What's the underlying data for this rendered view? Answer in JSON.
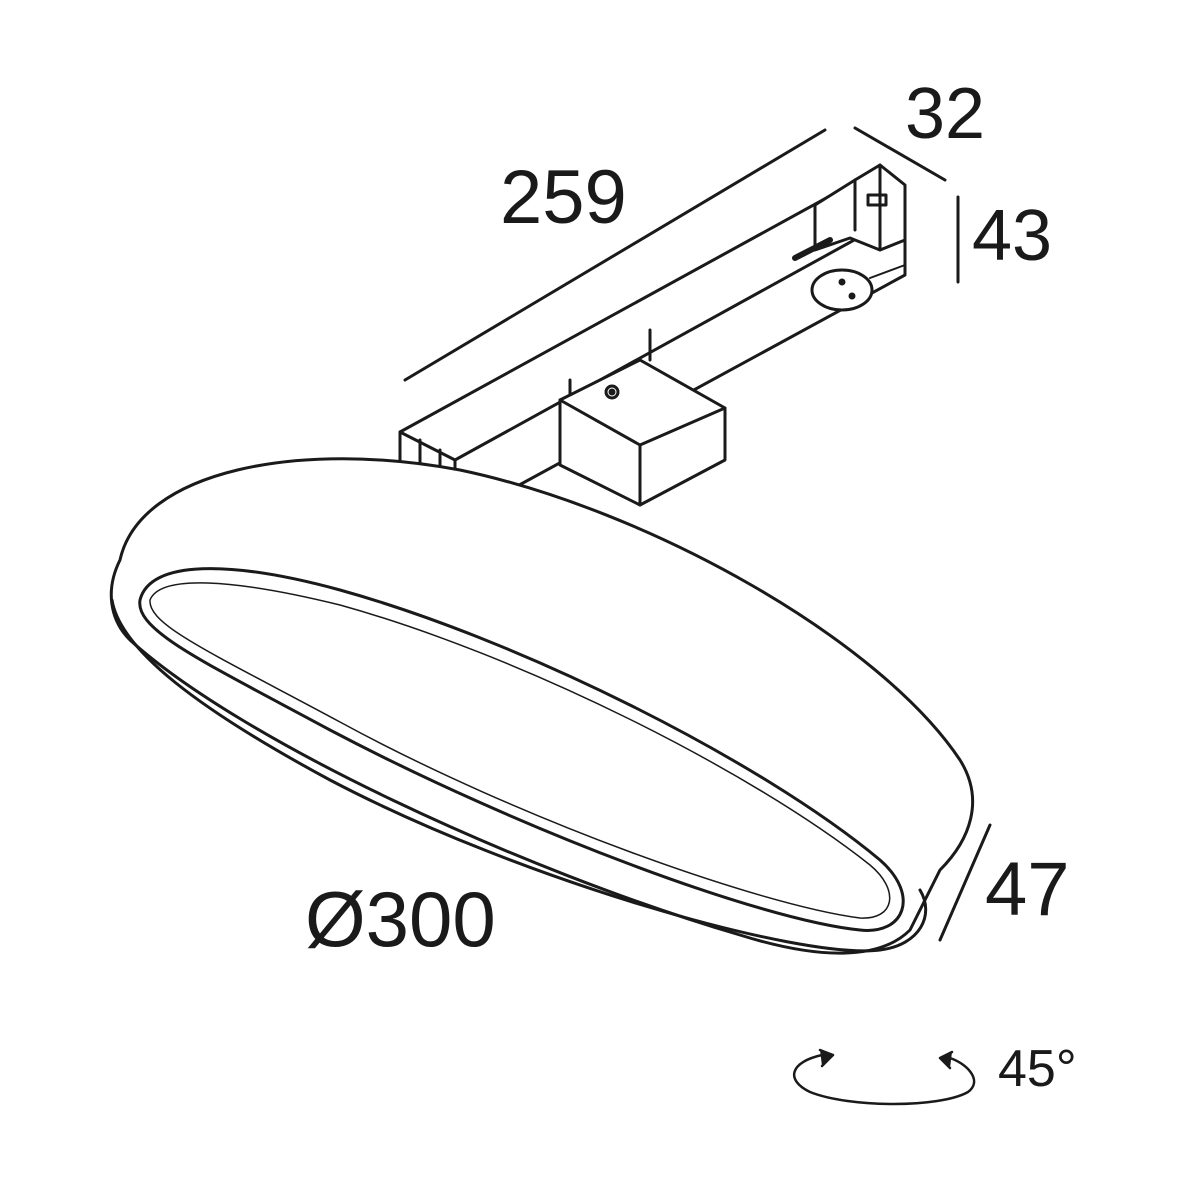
{
  "drawing": {
    "type": "technical dimension drawing",
    "subject": "round track-mounted luminaire with track adapter",
    "units": "mm",
    "line_color": "#1a1a1a",
    "background": "#ffffff"
  },
  "dimensions": {
    "adapter_length": "259",
    "adapter_width": "32",
    "adapter_height": "43",
    "diameter": "Ø300",
    "disc_height": "47",
    "rotation": "45°"
  }
}
